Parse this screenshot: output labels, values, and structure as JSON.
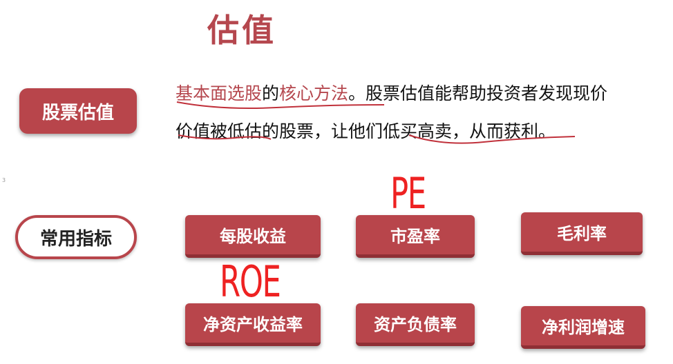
{
  "title": "估值",
  "label_box": "股票估值",
  "label_outline": "常用指标",
  "description": {
    "line1_part1": "基本面选股",
    "line1_part2": "的",
    "line1_part3": "核心方法",
    "line1_part4": "。股票估值能帮助投资者发现现价",
    "line2": "价值被低估的股票，让他们低买高卖，从而获利。"
  },
  "metrics": [
    "每股收益",
    "市盈率",
    "毛利率",
    "净资产收益率",
    "资产负债率",
    "净利润增速"
  ],
  "annotations": {
    "pe": "PE",
    "roe": "ROE"
  },
  "slide_mark": "3",
  "colors": {
    "accent": "#b8454b",
    "annotation": "#ee2222"
  }
}
